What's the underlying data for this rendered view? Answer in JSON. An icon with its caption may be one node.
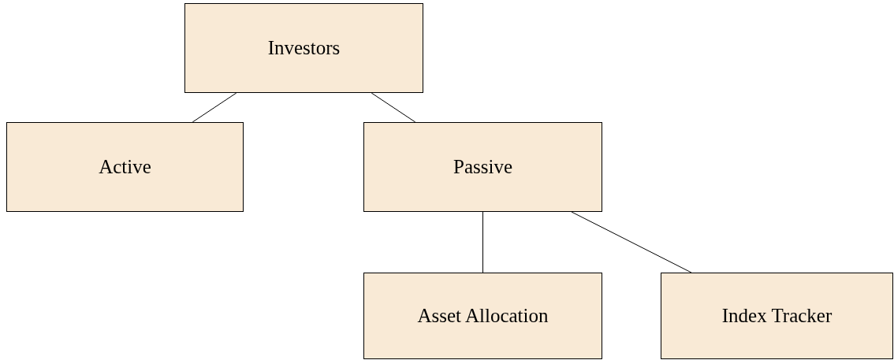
{
  "diagram": {
    "nodes": [
      {
        "text": [
          "Investors"
        ]
      },
      {
        "text": [
          "Active"
        ]
      },
      {
        "text": [
          "Passive"
        ]
      },
      {
        "text": [
          "Asset Allocation"
        ]
      },
      {
        "text": [
          "Index Tracker"
        ]
      }
    ],
    "edges": [
      {
        "from": 0,
        "to": 1,
        "arrow": "none"
      },
      {
        "from": 0,
        "to": 2,
        "arrow": "none"
      },
      {
        "from": 2,
        "to": 3,
        "arrow": "none"
      },
      {
        "from": 2,
        "to": 4,
        "arrow": "none"
      }
    ]
  }
}
